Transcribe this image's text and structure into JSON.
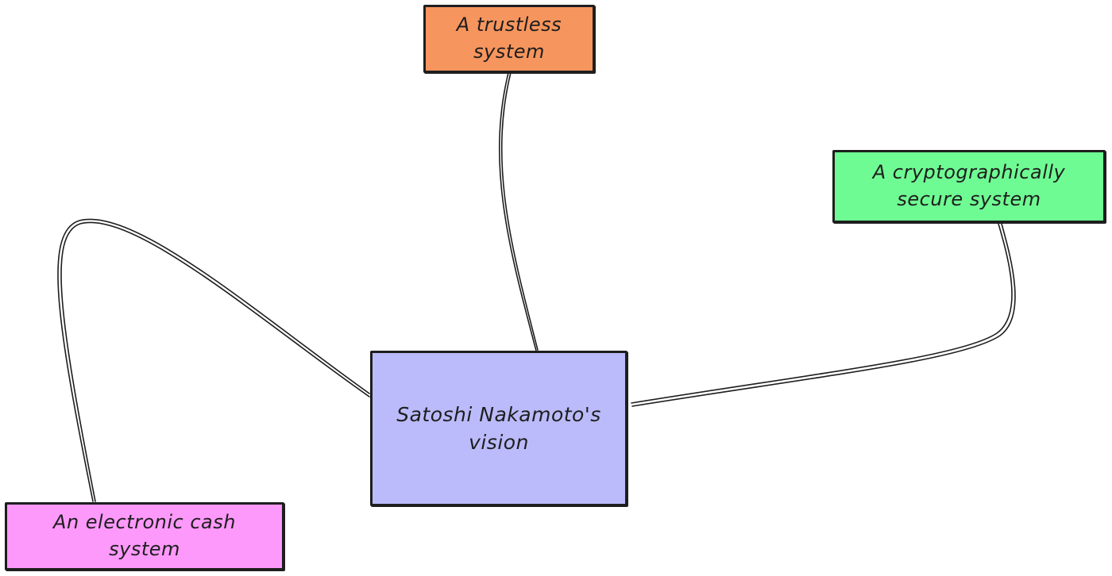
{
  "diagram": {
    "center": {
      "label": "Satoshi Nakamoto's vision",
      "fill": "#bbbbfb"
    },
    "nodes": [
      {
        "id": "trustless",
        "label": "A trustless system",
        "fill": "#f7955e"
      },
      {
        "id": "crypto",
        "label": "A cryptographically secure system",
        "fill": "#6ffb93"
      },
      {
        "id": "cash",
        "label": "An electronic cash system",
        "fill": "#fd99fb"
      }
    ]
  }
}
